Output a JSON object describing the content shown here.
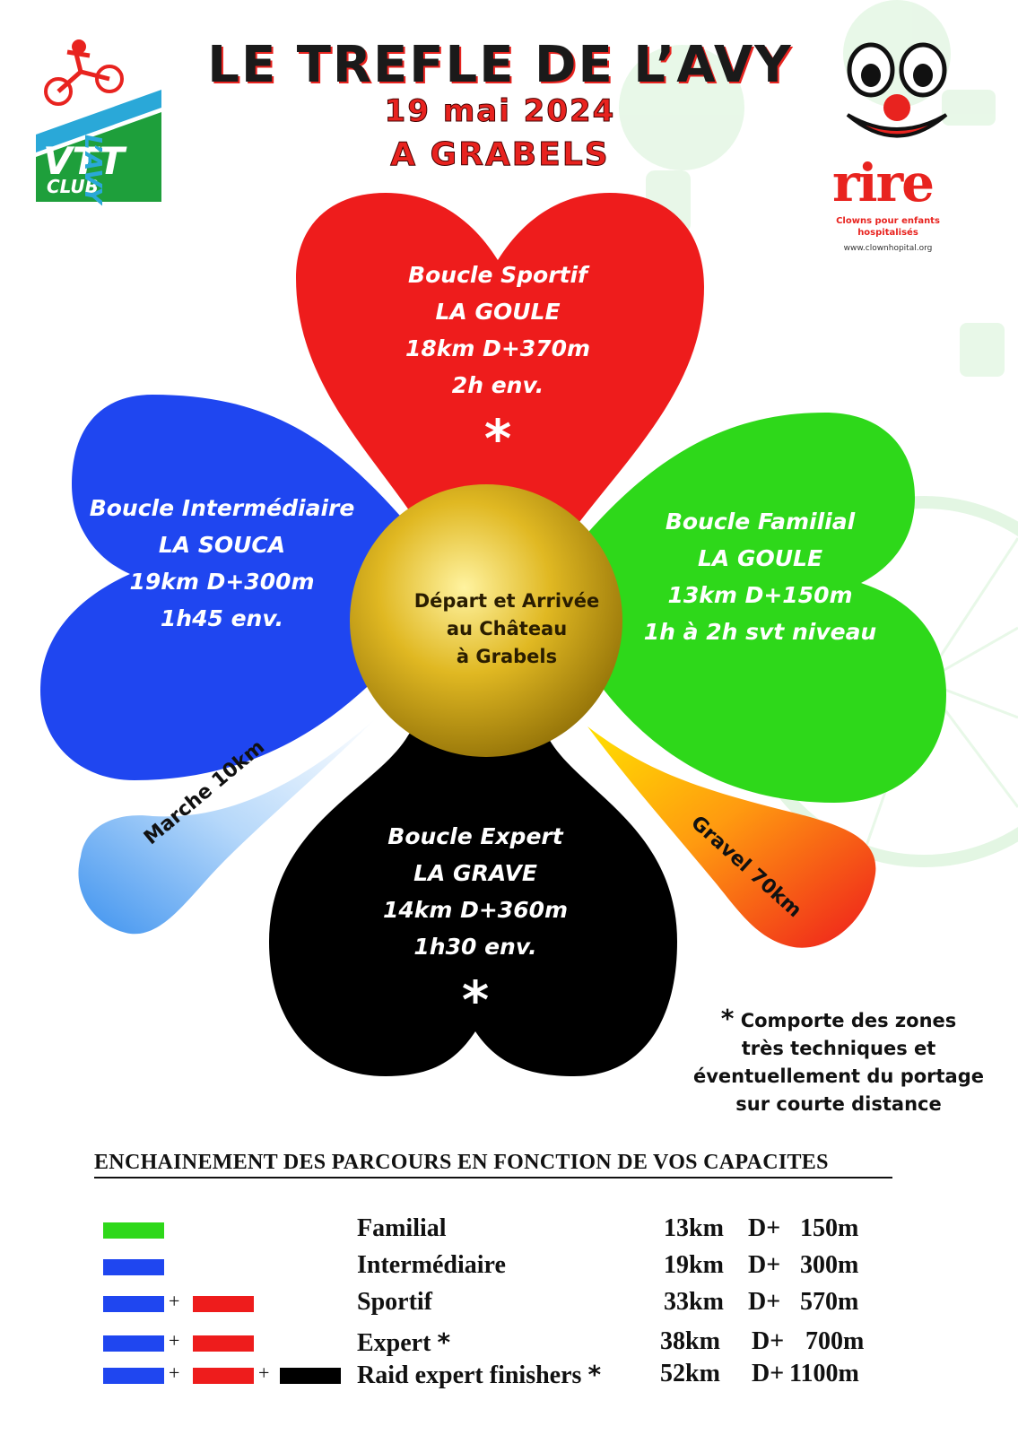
{
  "header": {
    "title": "LE TREFLE DE L’AVY",
    "date": "19 mai 2024",
    "place": "A GRABELS"
  },
  "logo_left": {
    "text_vtt": "VTT",
    "text_club": "CLUB",
    "text_avy": "L’AVY",
    "icon": "cyclist-icon"
  },
  "logo_right": {
    "brand": "rire",
    "tagline": "Clowns pour enfants hospitalisés",
    "website": "www.clownhopital.org",
    "icon": "clown-face-icon"
  },
  "petals": {
    "sportif": {
      "line1": "Boucle Sportif",
      "line2": "LA GOULE",
      "line3": "18km D+370m",
      "line4": "2h env.",
      "mark": "*",
      "color": "#ee1c1c"
    },
    "intermediaire": {
      "line1": "Boucle Intermédiaire",
      "line2": "LA SOUCA",
      "line3": "19km D+300m",
      "line4": "1h45 env.",
      "color": "#1f46f0"
    },
    "familial": {
      "line1": "Boucle Familial",
      "line2": "LA GOULE",
      "line3": "13km D+150m",
      "line4": "1h à 2h svt niveau",
      "color": "#2ed81a"
    },
    "expert": {
      "line1": "Boucle Expert",
      "line2": "LA GRAVE",
      "line3": "14km D+360m",
      "line4": "1h30 env.",
      "mark": "*",
      "color": "#000000"
    }
  },
  "center": {
    "line1": "Départ et Arrivée",
    "line2": "au Château",
    "line3": "à Grabels"
  },
  "leaves": {
    "marche": "Marche 10km",
    "gravel": "Gravel 70km"
  },
  "note": {
    "mark": "*",
    "line1": "Comporte des zones",
    "line2": "très techniques et",
    "line3": "éventuellement du portage",
    "line4": "sur courte distance"
  },
  "routes": {
    "heading": "ENCHAINEMENT DES PARCOURS EN FONCTION DE VOS CAPACITES",
    "rows": [
      {
        "name": "Familial",
        "mark": "",
        "km": "13km",
        "dplus": "D+",
        "dval": "150m"
      },
      {
        "name": "Intermédiaire",
        "mark": "",
        "km": "19km",
        "dplus": "D+",
        "dval": "300m"
      },
      {
        "name": "Sportif",
        "mark": "",
        "km": "33km",
        "dplus": "D+",
        "dval": "570m"
      },
      {
        "name": "Expert",
        "mark": "*",
        "km": "38km",
        "dplus": "D+",
        "dval": "700m"
      },
      {
        "name": "Raid expert finishers",
        "mark": "*",
        "km": "52km",
        "dplus": "D+",
        "dval": "1100m"
      }
    ],
    "plus": "+",
    "colors": {
      "green": "#2ed81a",
      "blue": "#1f46f0",
      "red": "#ee1c1c",
      "black": "#000000"
    }
  }
}
